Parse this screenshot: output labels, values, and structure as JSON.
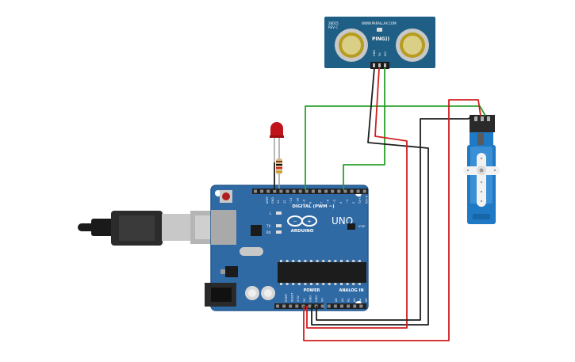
{
  "sensor": {
    "brand": "WWW.PARALLAX.COM",
    "model": "28015",
    "rev": "REV C",
    "name": "PING))",
    "pins": [
      "GND",
      "5V",
      "SIG"
    ]
  },
  "arduino": {
    "logo_text": "ARDUINO",
    "model": "UNO",
    "digital_label": "DIGITAL (PWM ~)",
    "power_label": "POWER",
    "analog_label": "ANALOG IN",
    "icsp_label": "ICSP",
    "led_labels": [
      "L",
      "TX",
      "RX"
    ],
    "aref_label": "AREF",
    "gnd_label": "GND",
    "digital_pins": [
      "13",
      "12",
      "~11",
      "~10",
      "~9",
      "8",
      "7",
      "~6",
      "~5",
      "4",
      "~3",
      "2",
      "TX→1",
      "RX←0"
    ],
    "power_pins": [
      "IOREF",
      "RESET",
      "3.3V",
      "5V",
      "GND",
      "GND",
      "Vin"
    ],
    "analog_pins": [
      "A0",
      "A1",
      "A2",
      "A3",
      "A4",
      "A5"
    ]
  },
  "colors": {
    "board": "#2f6aa5",
    "sensor_board": "#1f5f86",
    "wire_red": "#d11f1f",
    "wire_black": "#1e1e1e",
    "wire_green": "#2ca02c",
    "servo": "#1f79c4",
    "led": "#c0141b"
  }
}
